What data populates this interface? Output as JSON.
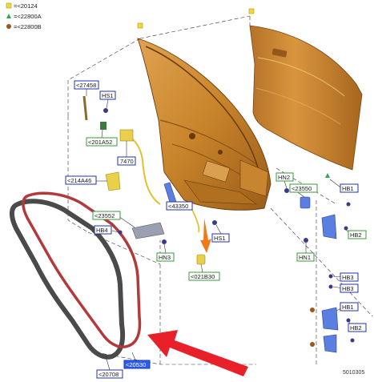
{
  "legend": [
    {
      "symbol": "yellow-square",
      "color": "#f2d836",
      "ref": "=<20124"
    },
    {
      "symbol": "green-triangle",
      "color": "#2fa84f",
      "ref": "=<22800A"
    },
    {
      "symbol": "brown-circle",
      "color": "#a0551a",
      "ref": "=<22800B"
    }
  ],
  "callouts": {
    "c27458": "<27458",
    "hs1_top": "HS1",
    "c201a52": "<201A52",
    "c7470": "7470",
    "c214a46": "<214A46",
    "c43350": "<43350",
    "c23552": "<23552",
    "hb4": "HB4",
    "hn3": "HN3",
    "hs1_low": "HS1",
    "c021b30": "<021B30",
    "hn2": "HN2",
    "c23550": "<23550",
    "hb1_top": "HB1",
    "hb2_top": "HB2",
    "hn1": "HN1",
    "hb3_a": "HB3",
    "hb3_b": "HB3",
    "hb1_low": "HB1",
    "hb2_low": "HB2",
    "c20708": "<20708",
    "c20530": "<20530"
  },
  "figure_number": "5010305",
  "colors": {
    "door_shell": "#c8842a",
    "door_shade": "#8a5214",
    "weatherstrip_outer": "#4a4a4a",
    "weatherstrip_inner": "#b33a3a",
    "highlight_arrow": "#e8202a",
    "orange_arrow": "#f07a1a",
    "hardware_blue": "#5a7fe0"
  }
}
